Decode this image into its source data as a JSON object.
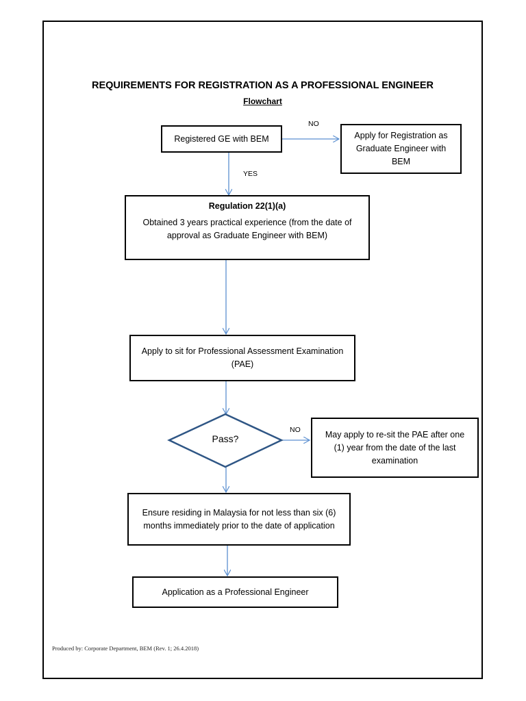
{
  "header": {
    "title": "REQUIREMENTS FOR REGISTRATION AS A PROFESSIONAL ENGINEER",
    "subtitle": "Flowchart"
  },
  "nodes": {
    "registered_ge": "Registered GE with BEM",
    "apply_ge": "Apply for Registration as Graduate Engineer with BEM",
    "regulation_title": "Regulation 22(1)(a)",
    "regulation_text": "Obtained 3 years practical experience (from the date of approval as Graduate Engineer with BEM)",
    "apply_pae": "Apply to sit for Professional Assessment Examination (PAE)",
    "pass_decision": "Pass?",
    "resit_pae": "May apply to re-sit the PAE after one (1) year from the date of the last examination",
    "residing": "Ensure residing in Malaysia for not less than six (6) months immediately prior to the date of application",
    "application_pe": "Application as a Professional Engineer"
  },
  "edge_labels": {
    "no_1": "NO",
    "yes_1": "YES",
    "no_2": "NO"
  },
  "footer": {
    "text": "Produced by:   Corporate Department, BEM (Rev. 1; 26.4.2018)"
  },
  "colors": {
    "arrow": "#5b8fd0",
    "diamond_border": "#2f5685",
    "box_border": "#000000"
  }
}
